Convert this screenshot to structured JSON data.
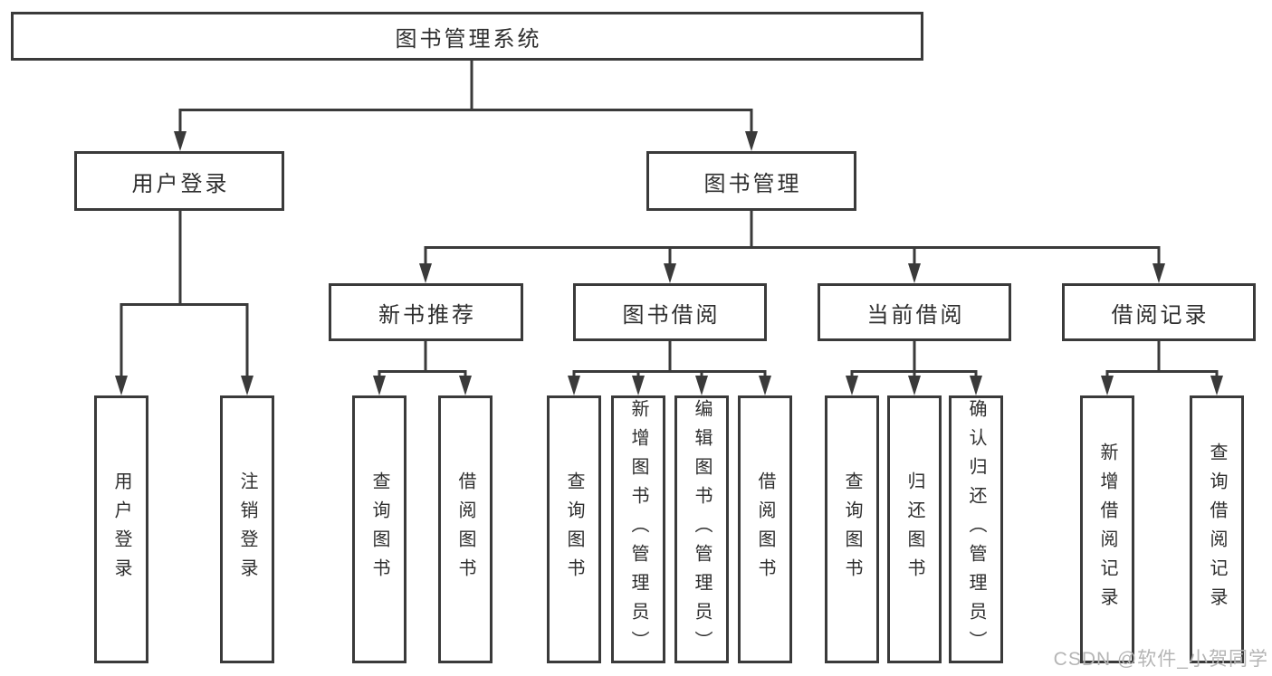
{
  "tree": {
    "root": {
      "label": "图书管理系统"
    },
    "user_login": {
      "label": "用户登录",
      "children": [
        {
          "label": "用户登录"
        },
        {
          "label": "注销登录"
        }
      ]
    },
    "book_mgmt": {
      "label": "图书管理",
      "sections": [
        {
          "label": "新书推荐",
          "children": [
            {
              "label": "查询图书"
            },
            {
              "label": "借阅图书"
            }
          ]
        },
        {
          "label": "图书借阅",
          "children": [
            {
              "label": "查询图书"
            },
            {
              "label": "新增图书（管理员）"
            },
            {
              "label": "编辑图书（管理员）"
            },
            {
              "label": "借阅图书"
            }
          ]
        },
        {
          "label": "当前借阅",
          "children": [
            {
              "label": "查询图书"
            },
            {
              "label": "归还图书"
            },
            {
              "label": "确认归还（管理员）"
            }
          ]
        },
        {
          "label": "借阅记录",
          "children": [
            {
              "label": "新增借阅记录"
            },
            {
              "label": "查询借阅记录"
            }
          ]
        }
      ]
    }
  },
  "watermark": {
    "text": "CSDN @软件_小贺同学"
  },
  "colors": {
    "line": "#3a3a3a",
    "text": "#2e2e2e",
    "background": "#ffffff",
    "watermark": "#b5b5b5"
  }
}
